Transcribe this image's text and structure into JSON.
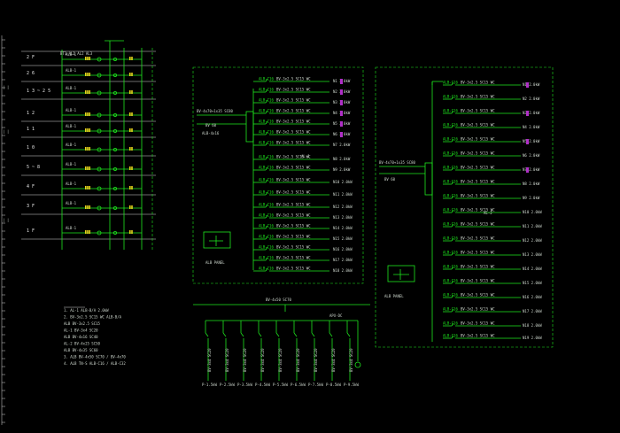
{
  "floors": [
    "2 F",
    "2 6",
    "1 3 ~ 2 5",
    "1 2",
    "1 1",
    "1 0",
    "5 ~ 8",
    "4 F",
    "3 F",
    "1 F"
  ],
  "riser_title": "",
  "riser_bottom_label": "",
  "panel_left_title": "",
  "panel_right_title": "",
  "notes_title": "",
  "colors": {
    "line": "#1ee81e",
    "text": "#cfd8cf",
    "bus_bar": "#e6d21c",
    "breaker": "#b030c8"
  },
  "icons": [
    "breaker-symbol",
    "meter-symbol",
    "transformer-symbol",
    "ground-symbol"
  ]
}
